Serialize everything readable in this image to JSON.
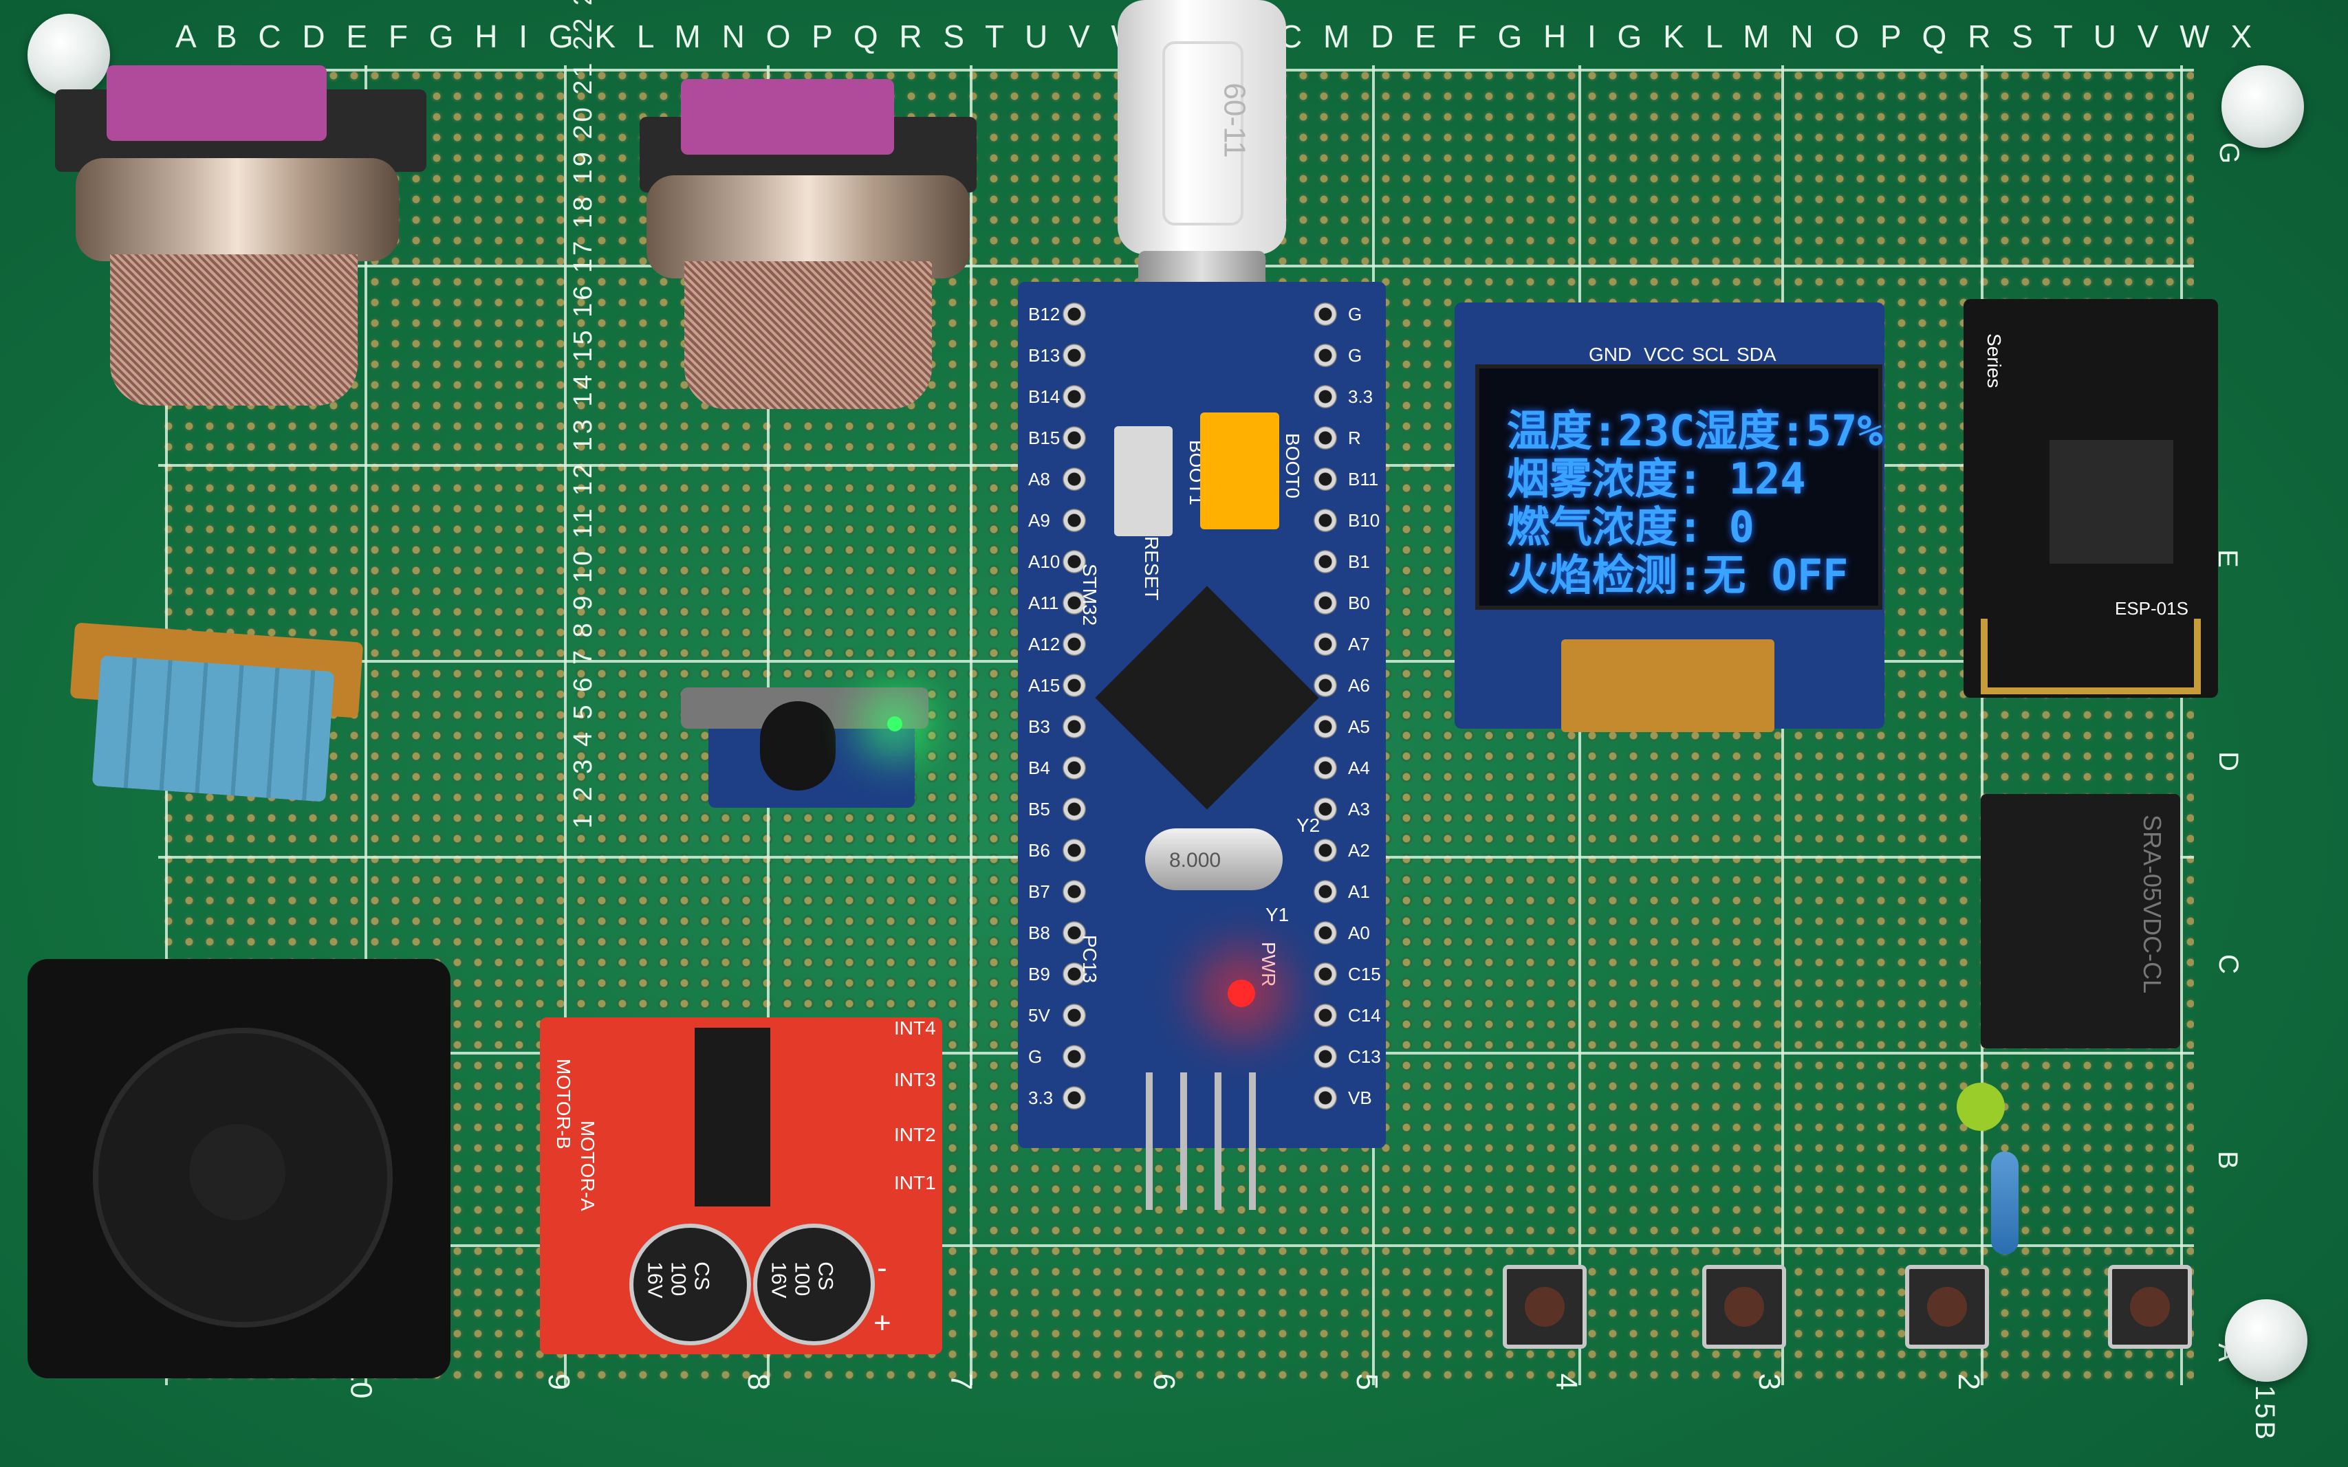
{
  "board": {
    "top_letters": "A B C D E F G H I  G K L M N O P Q R S T U V W X",
    "top_letters_right": "C M D E F G H I  G K L M N O P Q R S T U V W X",
    "side_numbers": "1 2 3 4 5 6 7 8 9 10 11 12 13 14 15 16 17 18 19 20 21 22 23",
    "column_numbers": [
      "10",
      "9",
      "8",
      "7",
      "6",
      "5",
      "4",
      "3",
      "2"
    ],
    "row_letters": [
      "G",
      "E",
      "D",
      "C",
      "B",
      "A"
    ],
    "model_mark": "GD9X15B"
  },
  "usb_cable": {
    "label": "60-11"
  },
  "stm32": {
    "left_pins": [
      "B12",
      "B13",
      "B14",
      "B15",
      "A8",
      "A9",
      "A10",
      "A11",
      "A12",
      "A15",
      "B3",
      "B4",
      "B5",
      "B6",
      "B7",
      "B8",
      "B9",
      "5V",
      "G",
      "3.3"
    ],
    "right_pins": [
      "G",
      "G",
      "3.3",
      "R",
      "B11",
      "B10",
      "B1",
      "B0",
      "A7",
      "A6",
      "A5",
      "A4",
      "A3",
      "A2",
      "A1",
      "A0",
      "C15",
      "C14",
      "C13",
      "VB"
    ],
    "brand": "STM32",
    "reset_label": "RESET",
    "boot0": "BOOT0",
    "boot1": "BOOT1",
    "crystal": "8.000",
    "pc13": "PC13",
    "pwr": "PWR",
    "y2": "Y2",
    "y1": "Y1"
  },
  "oled": {
    "pins": [
      "GND",
      "VCC",
      "SCL",
      "SDA"
    ],
    "lines": [
      "温度:23C湿度:57%",
      "烟雾浓度:  124",
      "燃气浓度:    0",
      "火焰检测:无  OFF"
    ]
  },
  "esp": {
    "series": "Series",
    "name": "ESP-01S"
  },
  "relay": {
    "label": "SRA-05VDC-CL"
  },
  "motor_driver": {
    "inputs": [
      "INT4",
      "INT3",
      "INT2",
      "INT1"
    ],
    "motor_a": "MOTOR-A",
    "motor_b": "MOTOR-B",
    "cap1": [
      "CS",
      "100",
      "16V"
    ],
    "cap2": [
      "CS",
      "100",
      "16V"
    ],
    "minus": "-",
    "plus": "+"
  },
  "colors": {
    "pcb_green": "#13713f",
    "module_blue": "#1e3f86",
    "driver_red": "#e33a2a",
    "oled_text": "#3aa2ff",
    "led_green": "#39ff6a",
    "led_red": "#ff2b2b"
  }
}
